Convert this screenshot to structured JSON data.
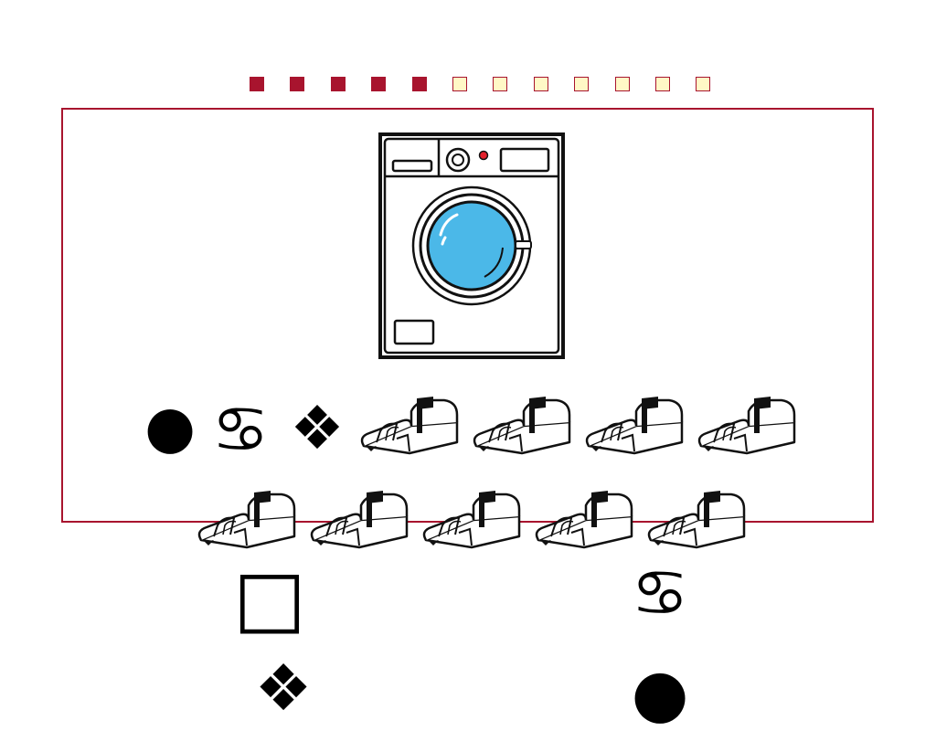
{
  "progress": {
    "total": 12,
    "completed": 5,
    "color_done": "#a8142e",
    "color_todo": "#fff8c6"
  },
  "stimulus": {
    "name": "washing machine",
    "colors": {
      "window": "#4bb8e8",
      "light": "#e3202b",
      "outline": "#111111"
    }
  },
  "row1": {
    "glyphs": [
      "●",
      "♋",
      "❖"
    ],
    "mailbox_count": 4
  },
  "row2": {
    "mailbox_count": 5
  },
  "options": {
    "left_top": "□",
    "right_top": "♋",
    "left_bottom": "❖",
    "right_bottom": "●"
  }
}
